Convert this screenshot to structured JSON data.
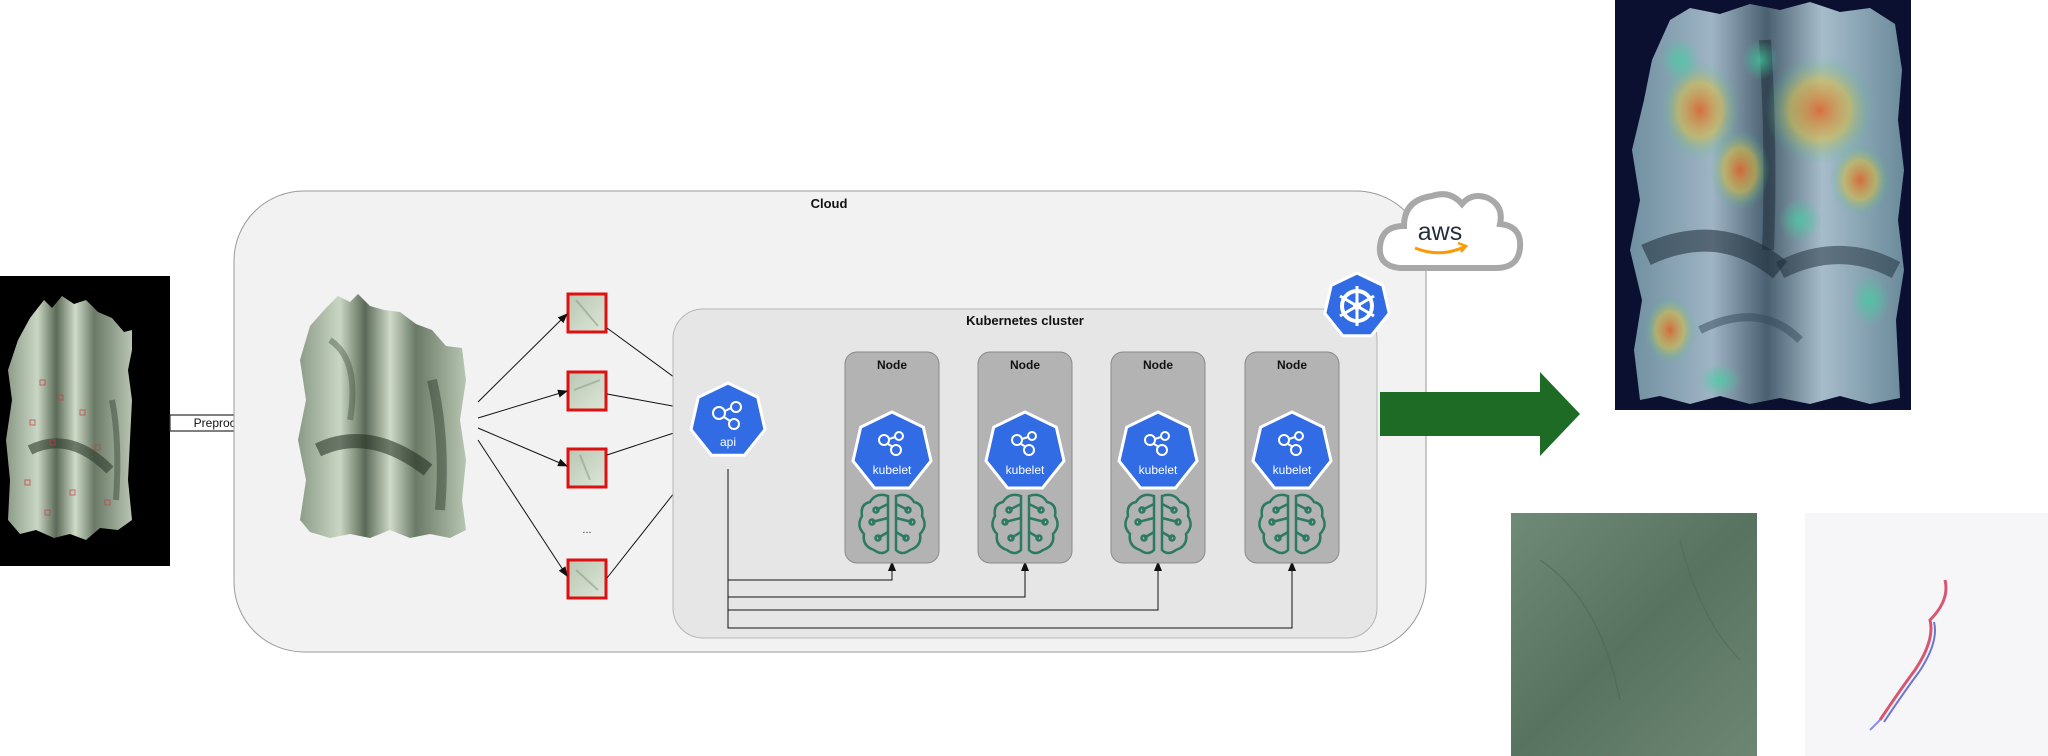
{
  "preprocessing_label": "Preprocessing",
  "cloud_label": "Cloud",
  "cluster_label": "Kubernetes cluster",
  "api_label": "api",
  "ellipsis": "...",
  "aws_label": "aws",
  "nodes": [
    {
      "label": "Node",
      "kubelet_label": "kubelet"
    },
    {
      "label": "Node",
      "kubelet_label": "kubelet"
    },
    {
      "label": "Node",
      "kubelet_label": "kubelet"
    },
    {
      "label": "Node",
      "kubelet_label": "kubelet"
    }
  ],
  "colors": {
    "k8s_blue": "#326ce5",
    "arrow_green": "#1e6b26",
    "ml_green": "#2c7a62",
    "patch_red": "#dd1111",
    "aws_orange": "#ff9900",
    "heatmap_bg": "#0c1030"
  }
}
